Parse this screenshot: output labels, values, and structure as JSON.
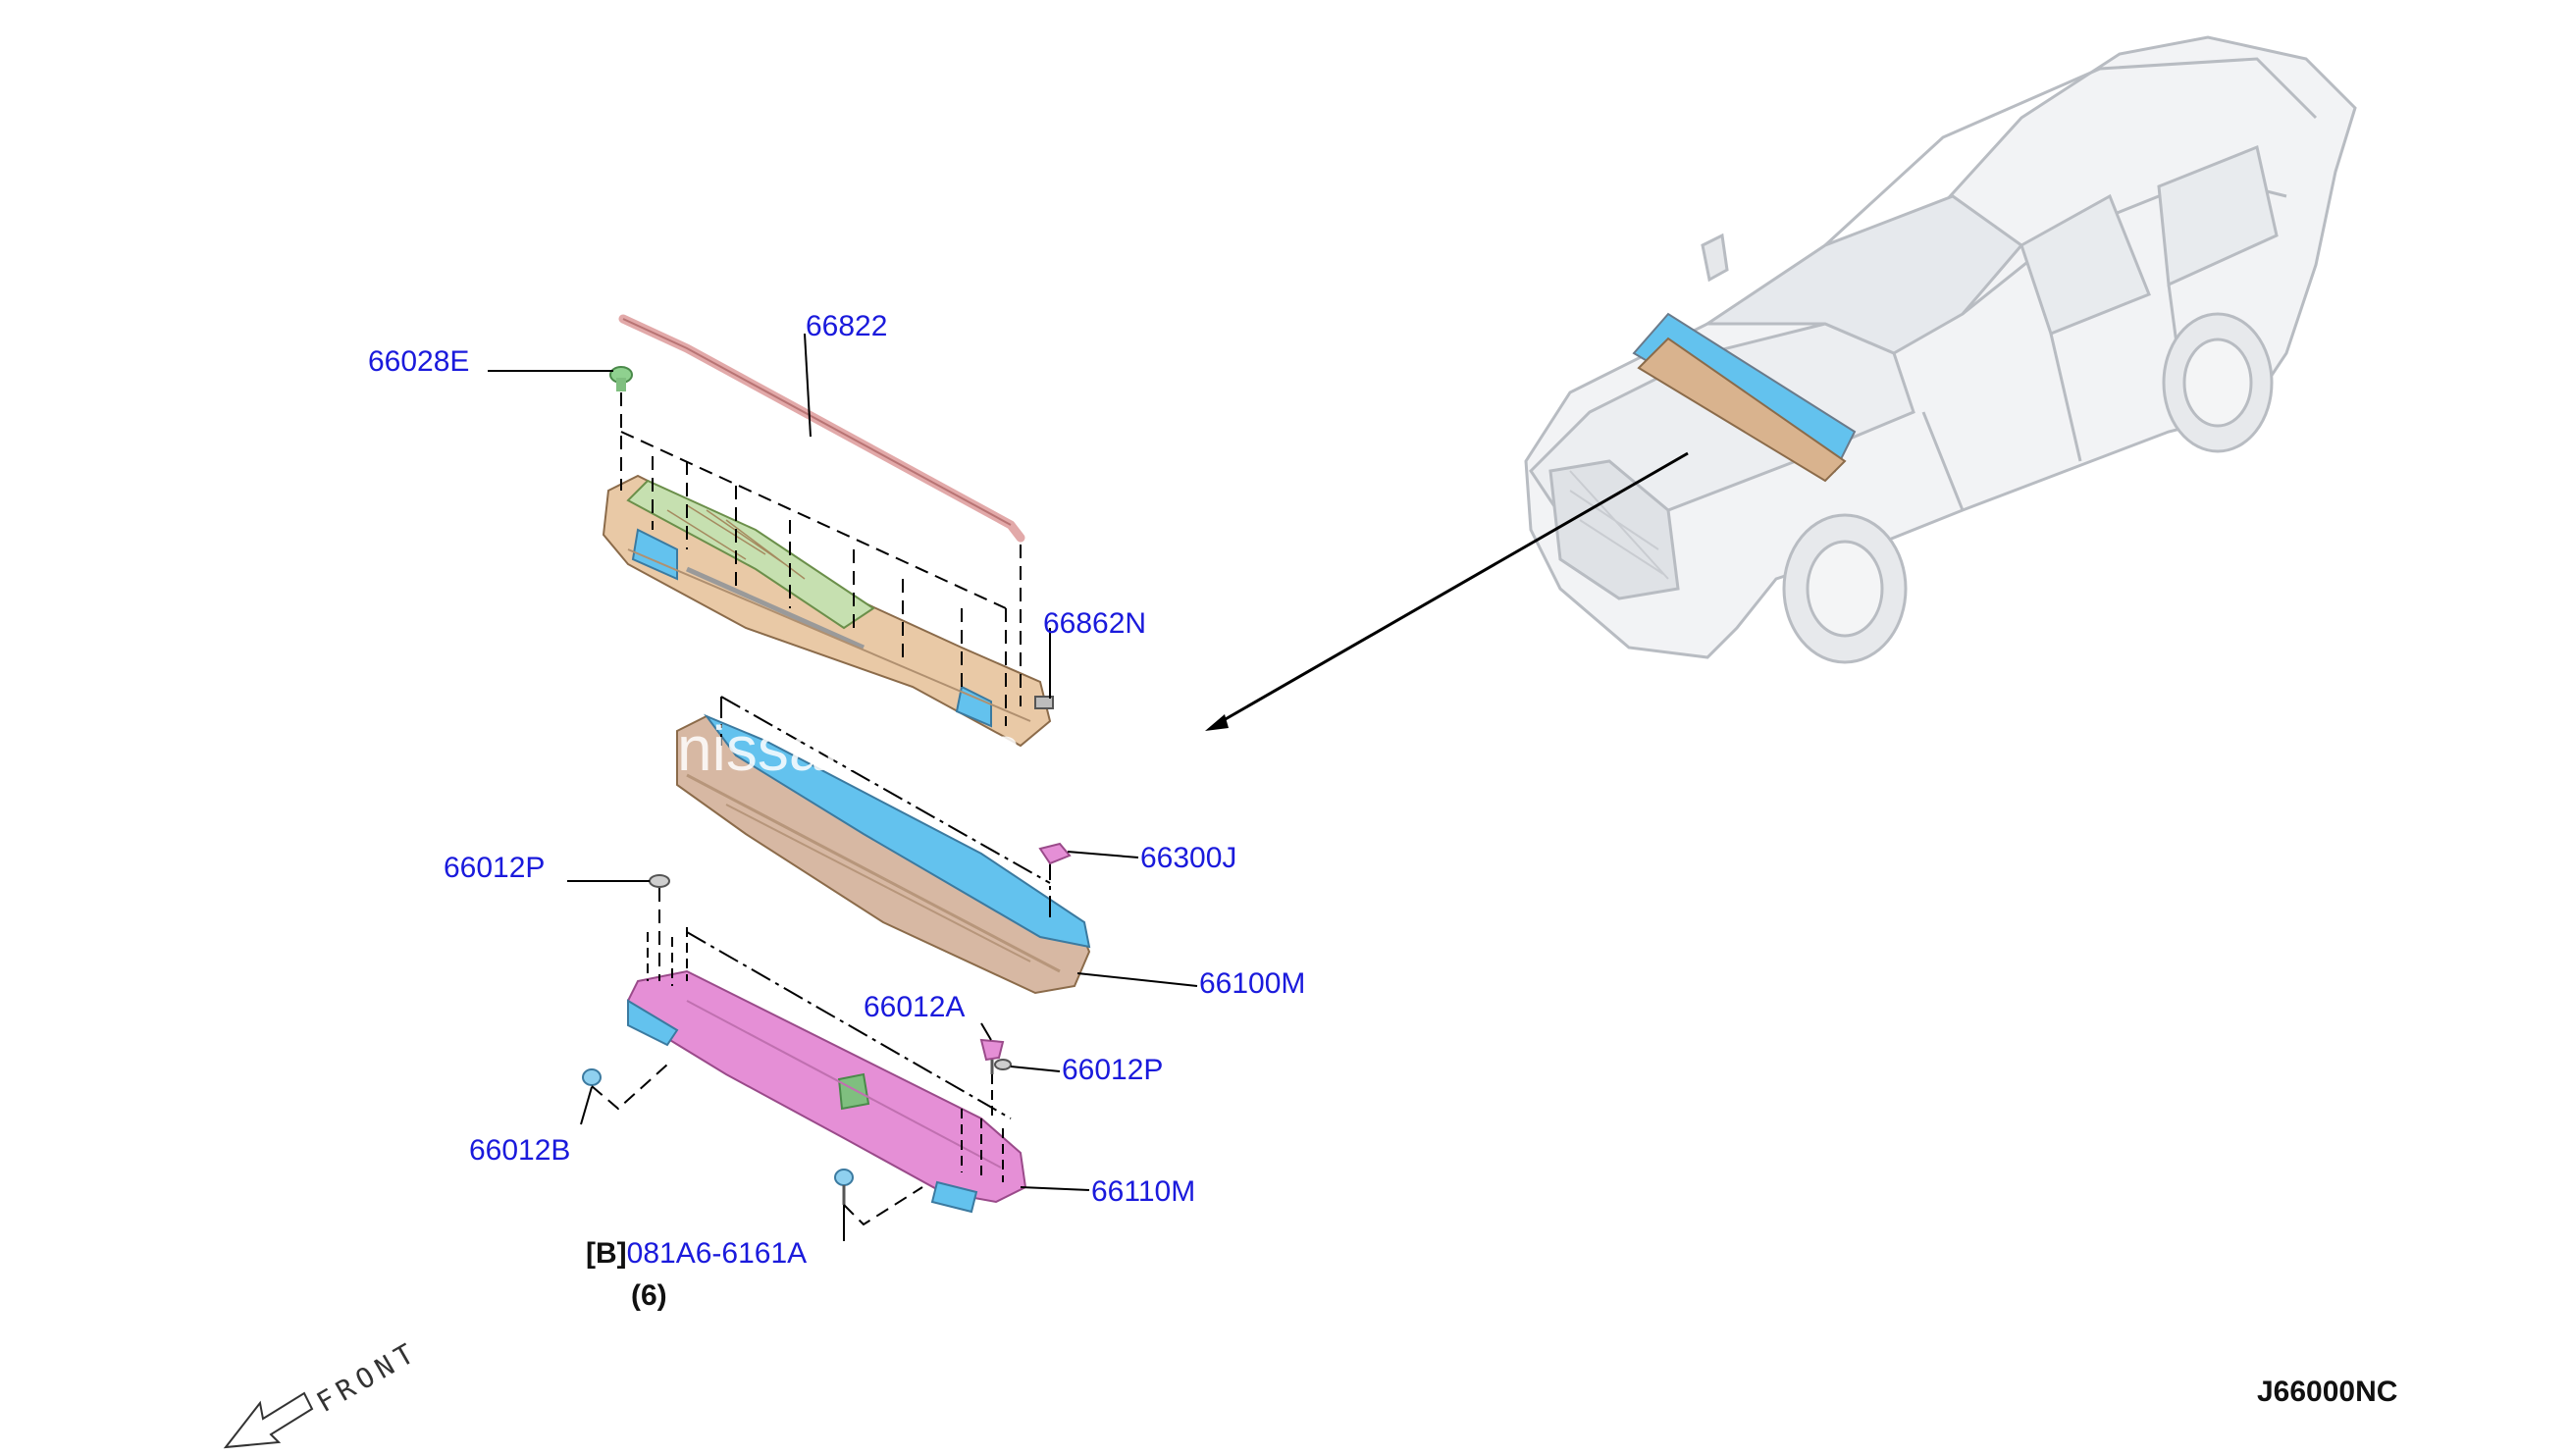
{
  "diagram": {
    "code": "J66000NC",
    "watermark": "nissan-parts",
    "direction_label": "FRONT",
    "callouts": {
      "c66028E": "66028E",
      "c66822": "66822",
      "c66862N": "66862N",
      "c66300J": "66300J",
      "c66012P_top": "66012P",
      "c66100M": "66100M",
      "c66012A": "66012A",
      "c66012P_bottom": "66012P",
      "c66012B": "66012B",
      "c66110M": "66110M",
      "bolt_prefix": "[B]",
      "bolt_part": "081A6-6161A",
      "bolt_qty": "(6)"
    },
    "colors": {
      "callout_text": "#1a1adc",
      "cowl_top": "#e9c9a6",
      "cowl_blue": "#63c2ee",
      "reinforce": "#d7b8a3",
      "lower_panel": "#e58fd6"
    }
  }
}
